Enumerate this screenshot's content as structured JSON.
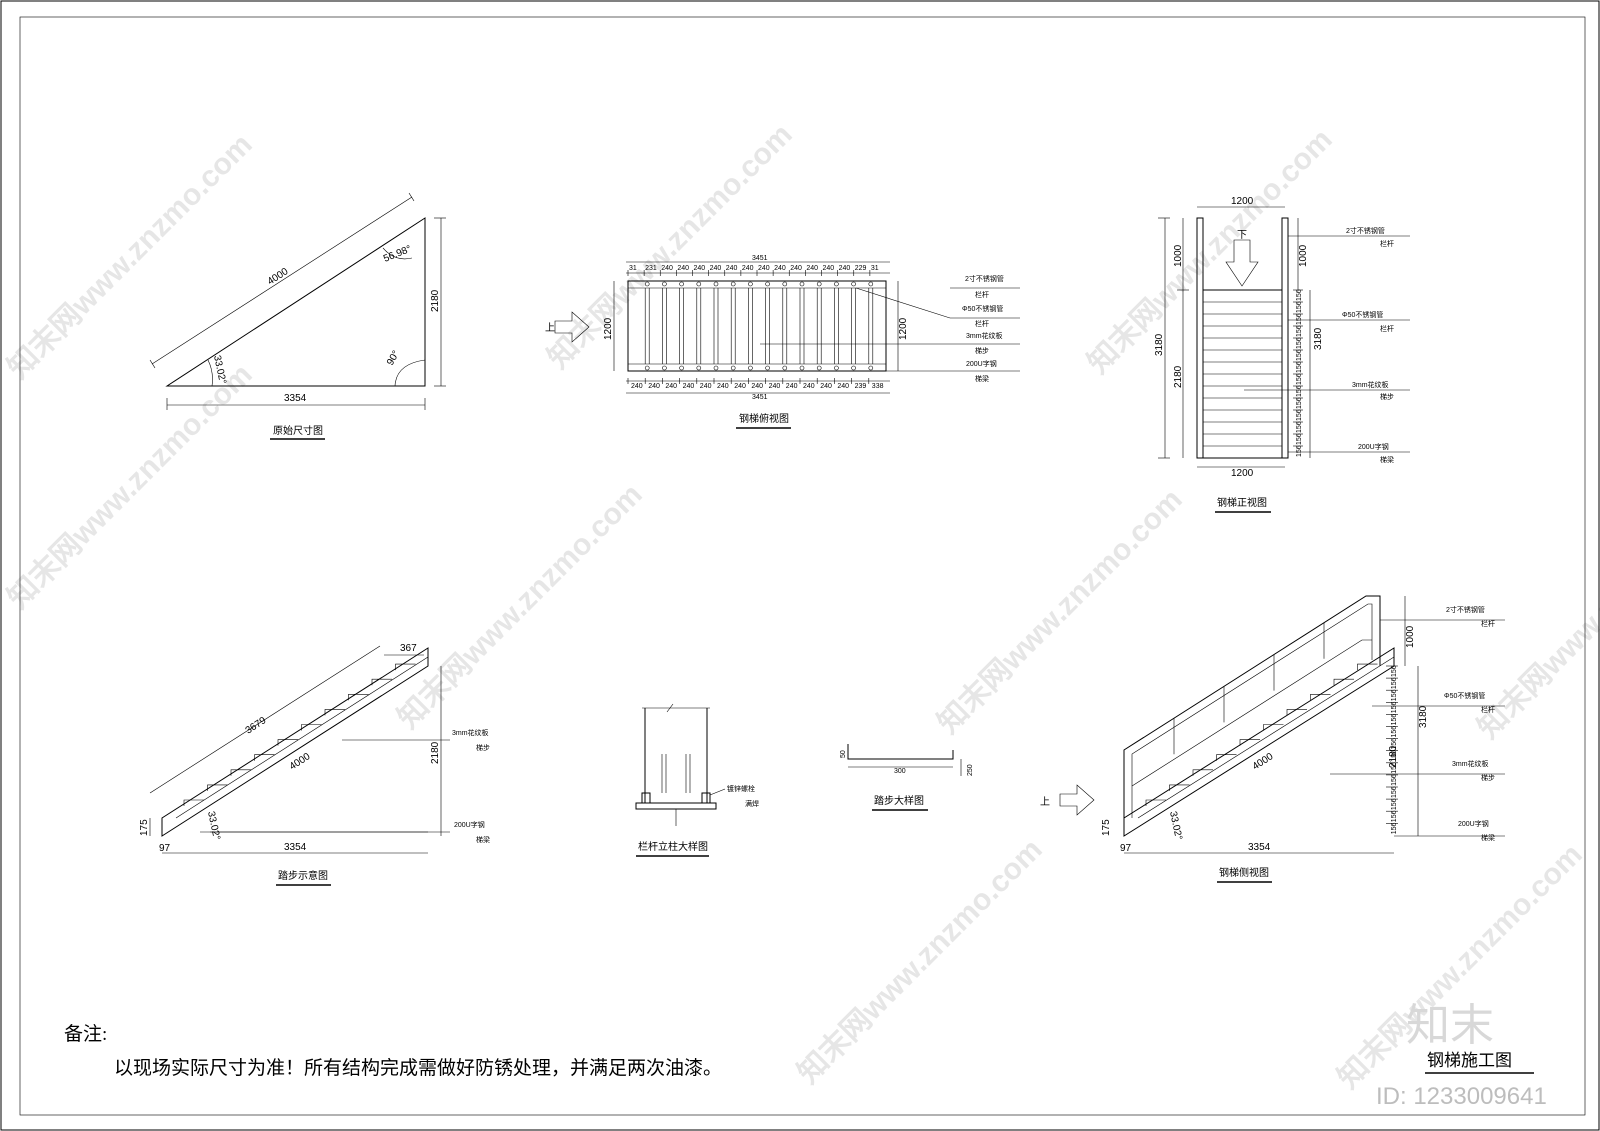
{
  "watermark": {
    "text": "知末网www.znzmo.com"
  },
  "views": {
    "original": {
      "caption": "原始尺寸图",
      "hyp": "4000",
      "base": "3354",
      "height": "2180",
      "ang_top": "56.98°",
      "ang_bottom": "33.02°",
      "ang_right": "90°"
    },
    "plan": {
      "caption": "钢梯俯视图",
      "total": "3451",
      "top_spacing": [
        "31",
        "231",
        "240",
        "240",
        "240",
        "240",
        "240",
        "240",
        "240",
        "240",
        "240",
        "240",
        "240",
        "240",
        "229",
        "31"
      ],
      "bottom_spacing": [
        "240",
        "240",
        "240",
        "240",
        "240",
        "240",
        "240",
        "240",
        "240",
        "240",
        "240",
        "240",
        "240",
        "239",
        "338"
      ],
      "width": "1200",
      "width2": "1200",
      "up_label": "上",
      "labels": [
        {
          "a": "2寸不锈钢管",
          "b": "栏杆"
        },
        {
          "a": "Φ50不锈钢管",
          "b": "栏杆"
        },
        {
          "a": "3mm花纹板",
          "b": "梯步"
        },
        {
          "a": "200U字钢",
          "b": "梯梁"
        }
      ]
    },
    "front": {
      "caption": "钢梯正视图",
      "width_top": "1200",
      "width_bottom": "1200",
      "h_total": "3180",
      "h_rail": "1000",
      "h_stair": "2180",
      "h_rail_right": "1000",
      "h_total_right": "3180",
      "down_label": "下",
      "step": "156",
      "labels": [
        {
          "a": "2寸不锈钢管",
          "b": "栏杆"
        },
        {
          "a": "Φ50不锈钢管",
          "b": "栏杆"
        },
        {
          "a": "3mm花纹板",
          "b": "梯步"
        },
        {
          "a": "200U字钢",
          "b": "梯梁"
        }
      ]
    },
    "step_view": {
      "caption": "踏步示意图",
      "run": "3679",
      "tread": "367",
      "hyp": "4000",
      "height": "2180",
      "base": "3354",
      "beam_h": "175",
      "foot": "97",
      "angle": "33.02°",
      "labels": [
        {
          "a": "3mm花纹板",
          "b": "梯步"
        },
        {
          "a": "200U字钢",
          "b": "梯梁"
        }
      ]
    },
    "post_detail": {
      "caption": "栏杆立柱大样图",
      "label_a": "镀锌螺栓",
      "label_b": "满焊"
    },
    "tread_detail": {
      "caption": "踏步大样图",
      "len": "300",
      "h_left": "50",
      "h_right": "250"
    },
    "side": {
      "caption": "钢梯侧视图",
      "hyp": "4000",
      "base": "3354",
      "rail_h": "1000",
      "stair_h": "2180",
      "total_h": "3180",
      "beam_h": "175",
      "foot": "97",
      "angle": "33.02°",
      "up_label": "上",
      "step": "156",
      "labels": [
        {
          "a": "2寸不锈钢管",
          "b": "栏杆"
        },
        {
          "a": "Φ50不锈钢管",
          "b": "栏杆"
        },
        {
          "a": "3mm花纹板",
          "b": "梯步"
        },
        {
          "a": "200U字钢",
          "b": "梯梁"
        }
      ]
    }
  },
  "notes": {
    "heading": "备注:",
    "text": "以现场实际尺寸为准！所有结构完成需做好防锈处理，并满足两次油漆。"
  },
  "sheet_title": "钢梯施工图",
  "logo": "知末",
  "id_text": "ID: 1233009641"
}
